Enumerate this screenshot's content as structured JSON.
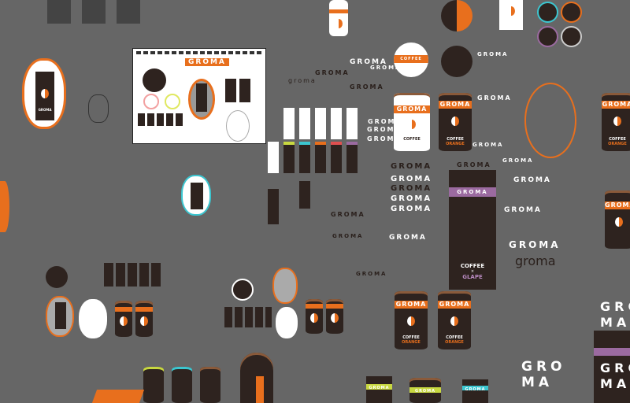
{
  "brand": "GROMA",
  "brand_lower": "groma",
  "can": {
    "brand": "GROMA",
    "line1": "COFFEE",
    "x": "×",
    "flavor_orange": "ORANGE",
    "flavor_grape": "GLAPE"
  },
  "box_large": {
    "brand": "GROMA",
    "line1": "COFFEE",
    "x": "×",
    "flavor": "GLAPE"
  },
  "sheet": {
    "title": "GROMA"
  },
  "wordmarks": [
    "GROMA",
    "GROMA",
    "GROMA",
    "GROMA",
    "GROMA",
    "GROMA",
    "GROMA",
    "GROMA",
    "GROMA",
    "GROMA",
    "GROMA",
    "GROMA",
    "GROMA",
    "GROMA",
    "GROMA",
    "GROMA",
    "GROMA",
    "GROMA",
    "GROMA",
    "GROMA"
  ],
  "stacked": {
    "top": "GRO",
    "bottom": "MA"
  },
  "colors": {
    "canvas": "#666666",
    "brown": "#2e231f",
    "orange": "#e86f1d",
    "purple": "#9b6aa0",
    "teal": "#3cc6d0",
    "lime": "#c8d840"
  }
}
